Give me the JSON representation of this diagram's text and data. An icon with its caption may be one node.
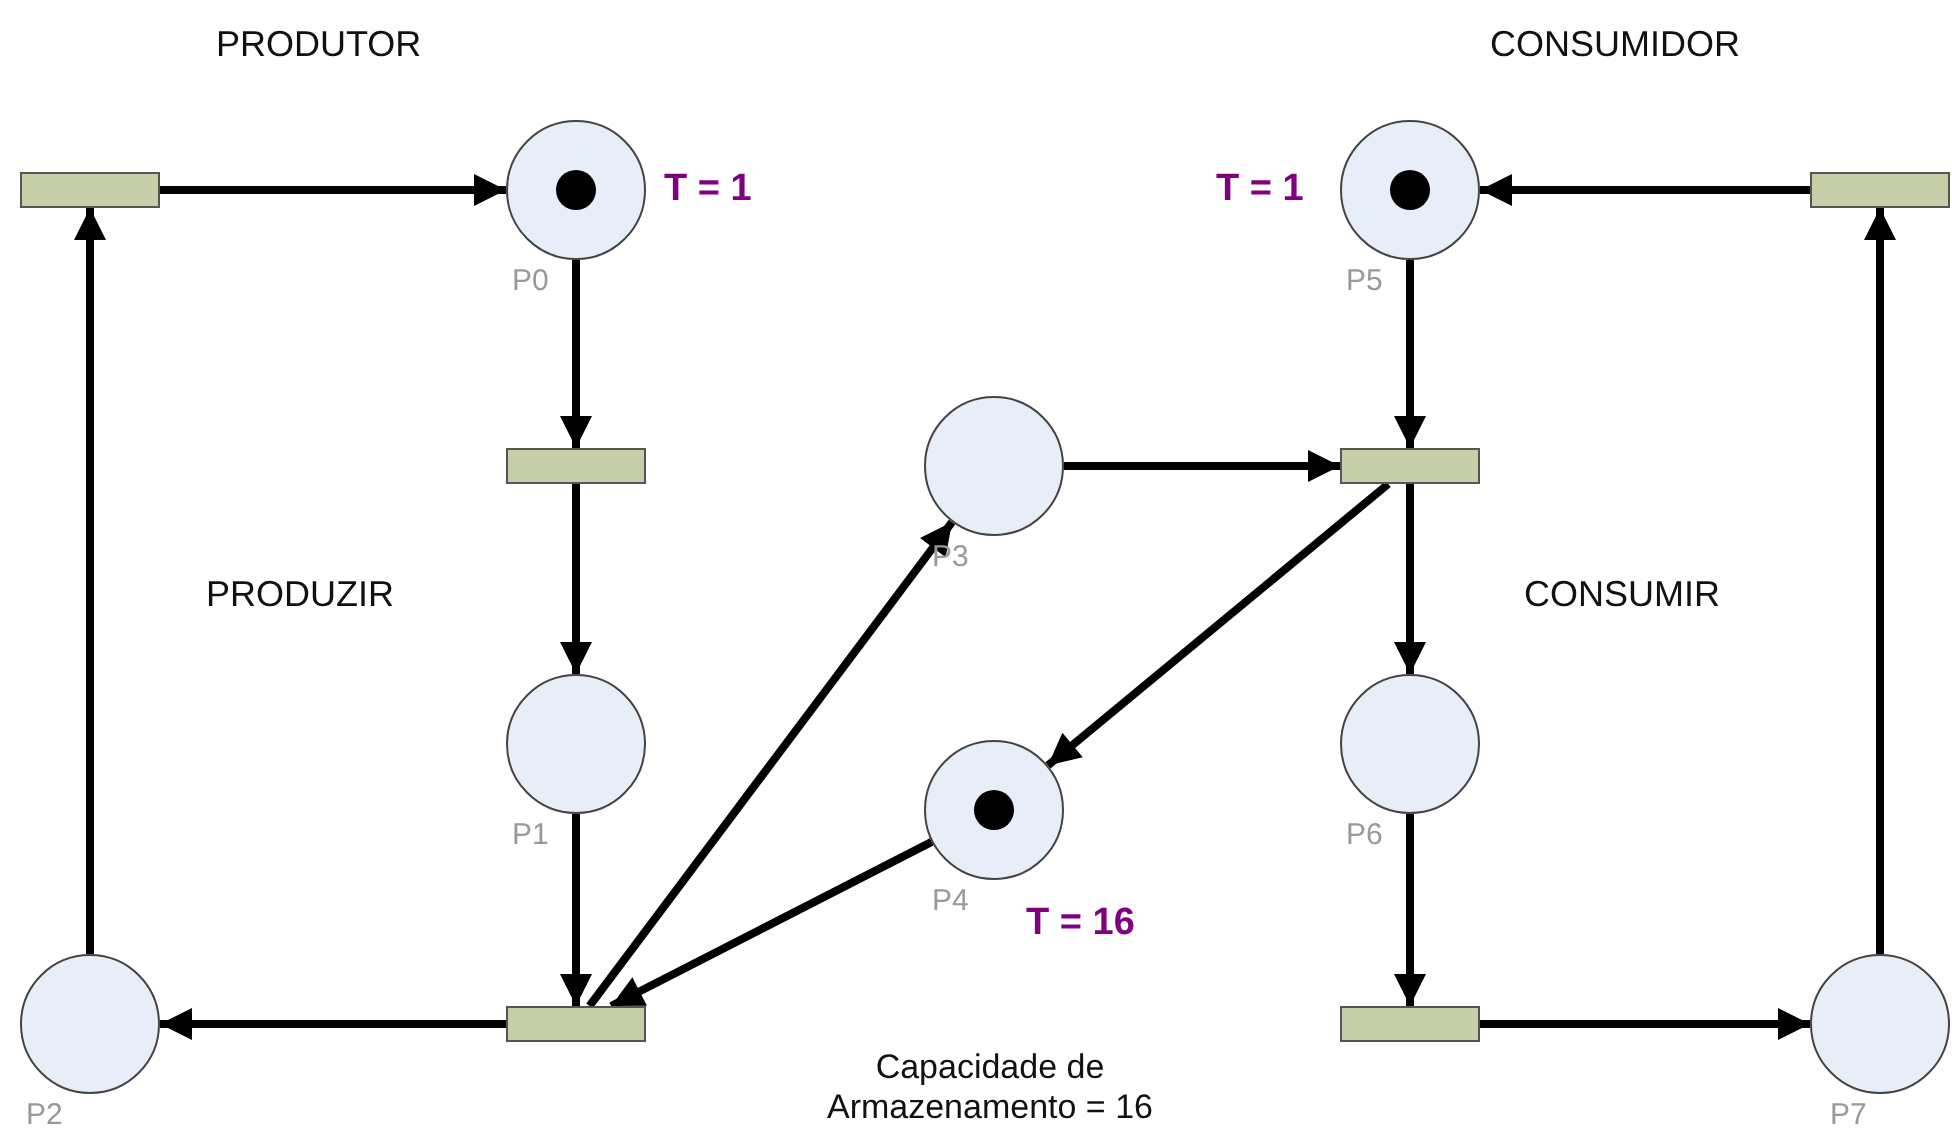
{
  "diagram": {
    "nodes": [
      {
        "text": [],
        "shape": "bar"
      },
      {
        "text": [],
        "shape": "circle",
        "beside": [
          "T = 1",
          "P0"
        ]
      },
      {
        "text": [],
        "shape": "circle",
        "beside": [
          "T = 1",
          "P5"
        ]
      },
      {
        "text": [],
        "shape": "bar"
      },
      {
        "text": [],
        "shape": "bar"
      },
      {
        "text": [],
        "shape": "circle",
        "beside": [
          "P3"
        ]
      },
      {
        "text": [],
        "shape": "bar"
      },
      {
        "text": [],
        "shape": "circle",
        "beside": [
          "P1"
        ]
      },
      {
        "text": [],
        "shape": "circle",
        "beside": [
          "P4",
          "T = 16"
        ]
      },
      {
        "text": [],
        "shape": "circle",
        "beside": [
          "P6"
        ]
      },
      {
        "text": [],
        "shape": "circle",
        "beside": [
          "P2"
        ]
      },
      {
        "text": [],
        "shape": "bar"
      },
      {
        "text": [],
        "shape": "bar"
      },
      {
        "text": [],
        "shape": "circle",
        "beside": [
          "P7"
        ]
      }
    ],
    "edges": [
      {
        "from": 0,
        "to": 1,
        "arrow": "to"
      },
      {
        "from": 1,
        "to": 4,
        "arrow": "to"
      },
      {
        "from": 4,
        "to": 7,
        "arrow": "to"
      },
      {
        "from": 7,
        "to": 11,
        "arrow": "to"
      },
      {
        "from": 11,
        "to": 10,
        "arrow": "to"
      },
      {
        "from": 10,
        "to": 0,
        "arrow": "to"
      },
      {
        "from": 11,
        "to": 5,
        "arrow": "to"
      },
      {
        "from": 5,
        "to": 6,
        "arrow": "to"
      },
      {
        "from": 8,
        "to": 11,
        "arrow": "to"
      },
      {
        "from": 6,
        "to": 8,
        "arrow": "to"
      },
      {
        "from": 2,
        "to": 6,
        "arrow": "to"
      },
      {
        "from": 6,
        "to": 9,
        "arrow": "to"
      },
      {
        "from": 9,
        "to": 12,
        "arrow": "to"
      },
      {
        "from": 12,
        "to": 13,
        "arrow": "to"
      },
      {
        "from": 13,
        "to": 3,
        "arrow": "to"
      },
      {
        "from": 3,
        "to": 2,
        "arrow": "to"
      }
    ],
    "labels": [
      "PRODUTOR",
      "CONSUMIDOR",
      "PRODUZIR",
      "CONSUMIR",
      "Capacidade de Armazenamento = 16"
    ]
  }
}
